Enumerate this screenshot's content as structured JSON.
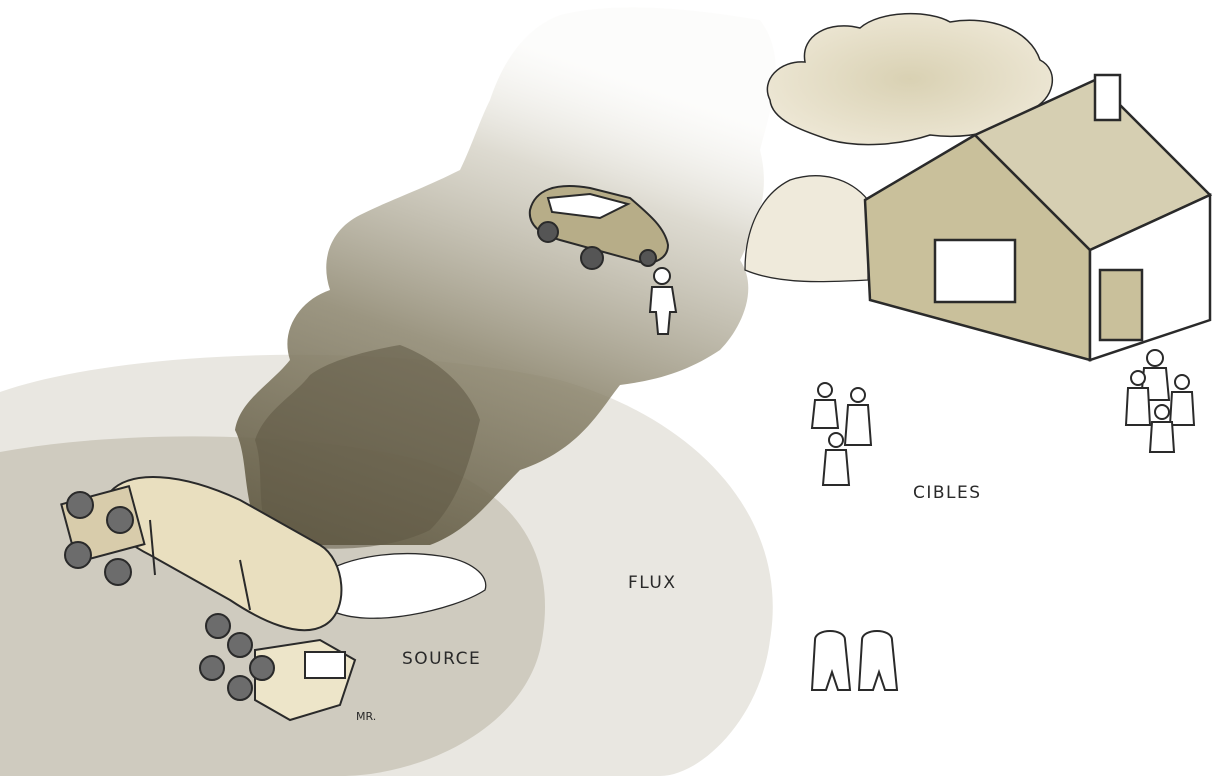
{
  "labels": {
    "source": "SOURCE",
    "flux": "FLUX",
    "cibles": "CIBLES",
    "signature": "MR."
  },
  "colors": {
    "zone_outer": "#e8e6e0",
    "zone_inner": "#cfcbbe",
    "smoke": "#6d6650",
    "vehicle_khaki": "#b8ae8a",
    "house_wall": "#c9c09b",
    "ink": "#2a2a2a"
  }
}
